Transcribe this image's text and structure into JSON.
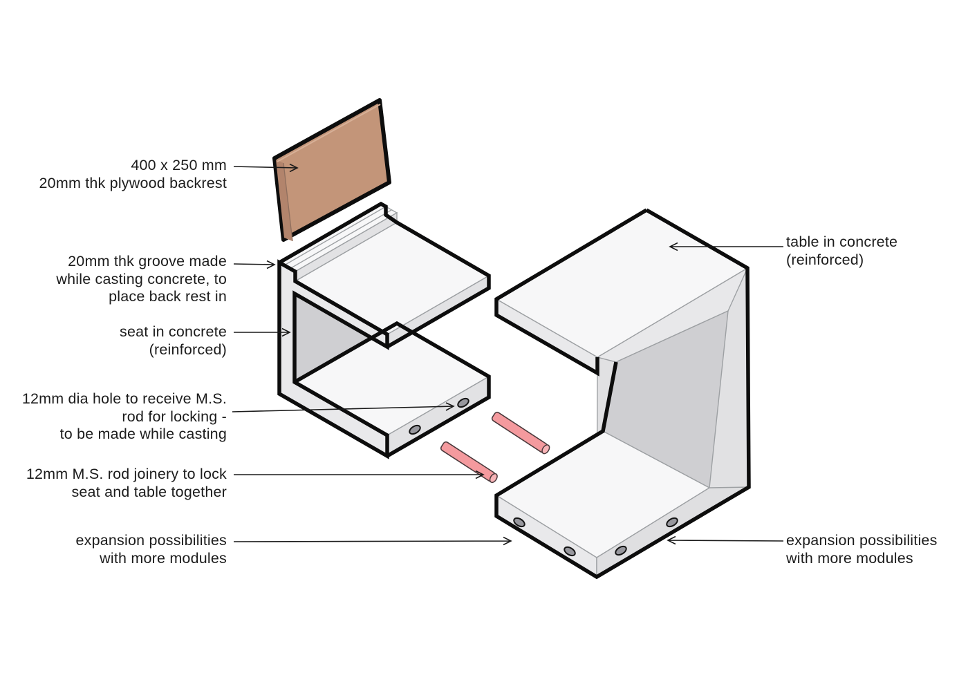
{
  "diagram": {
    "type": "exploded-isometric-assembly",
    "subject": "modular concrete seat and table street furniture",
    "parts": [
      {
        "id": "plywood-backrest",
        "desc": "400 x 250 mm 20mm thk plywood backrest panel"
      },
      {
        "id": "seat-module",
        "desc": "seat in reinforced concrete with 20mm groove and 12mm dia holes"
      },
      {
        "id": "table-module",
        "desc": "table in reinforced concrete with expansion holes"
      },
      {
        "id": "ms-rods",
        "desc": "two 12mm M.S. locking rods",
        "count": 2
      },
      {
        "id": "holes",
        "desc": "12mm dia cast-in holes",
        "seat_count": 2,
        "table_count": 4
      }
    ]
  },
  "labels": {
    "backrest": {
      "side": "left",
      "lines": [
        "400 x 250 mm",
        "20mm thk plywood backrest"
      ]
    },
    "groove": {
      "side": "left",
      "lines": [
        "20mm thk groove made",
        "while casting concrete, to",
        "place back rest in"
      ]
    },
    "seat": {
      "side": "left",
      "lines": [
        "seat in concrete",
        "(reinforced)"
      ]
    },
    "hole": {
      "side": "left",
      "lines": [
        "12mm dia hole to receive M.S.",
        "rod for locking -",
        "to be made while casting"
      ]
    },
    "rod": {
      "side": "left",
      "lines": [
        "12mm M.S. rod joinery to lock",
        "seat and table together"
      ]
    },
    "expansionLeft": {
      "side": "left",
      "lines": [
        "expansion possibilities",
        "with more modules"
      ]
    },
    "table": {
      "side": "right",
      "lines": [
        "table in concrete",
        "(reinforced)"
      ]
    },
    "expansionRight": {
      "side": "right",
      "lines": [
        "expansion possibilities",
        "with more modules"
      ]
    }
  },
  "colors": {
    "bg": "#ffffff",
    "outline": "#0d0d0d",
    "seam": "#9da0a3",
    "label": "#1c1c1c",
    "plywood": "#c39579",
    "plywoodEdge": "#b2846c",
    "plywoodTopline": "#d7b097",
    "concreteTop": "#f7f7f8",
    "concreteLight": "#e9e9eb",
    "concreteEnd": "#e2e2e4",
    "concreteRight": "#e1e1e3",
    "concreteUnder": "#e8e8ea",
    "concreteInner": "#cfcfd2",
    "slabRight": "#dfdfe1",
    "holeFill": "#97979d",
    "rod": "#f49a9e",
    "rodCap": "#f8b4b7",
    "rodLine": "#4a3a3c"
  }
}
